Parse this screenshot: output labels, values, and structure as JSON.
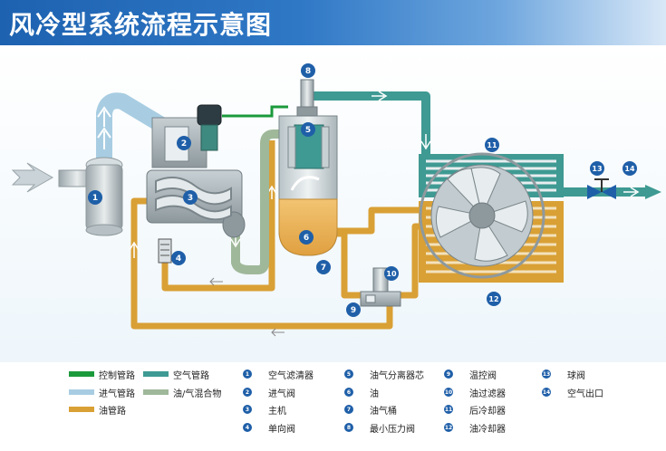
{
  "title": "风冷型系统流程示意图",
  "colors": {
    "control": "#1b9a3c",
    "intake": "#a8cde2",
    "oil": "#d9a035",
    "air": "#3e9a93",
    "mix": "#9fb89a",
    "badge": "#1f5fa8"
  },
  "legend_lines": [
    {
      "label": "控制管路",
      "color": "#1b9a3c"
    },
    {
      "label": "空气管路",
      "color": "#3e9a93"
    },
    {
      "label": "进气管路",
      "color": "#a8cde2"
    },
    {
      "label": "油/气混合物",
      "color": "#9fb89a"
    },
    {
      "label": "油管路",
      "color": "#d9a035"
    }
  ],
  "components": [
    {
      "num": "1",
      "name": "空气滤清器"
    },
    {
      "num": "2",
      "name": "进气阀"
    },
    {
      "num": "3",
      "name": "主机"
    },
    {
      "num": "4",
      "name": "单向阀"
    },
    {
      "num": "5",
      "name": "油气分离器芯"
    },
    {
      "num": "6",
      "name": "油"
    },
    {
      "num": "7",
      "name": "油气桶"
    },
    {
      "num": "8",
      "name": "最小压力阀"
    },
    {
      "num": "9",
      "name": "温控阀"
    },
    {
      "num": "10",
      "name": "油过滤器"
    },
    {
      "num": "11",
      "name": "后冷却器"
    },
    {
      "num": "12",
      "name": "油冷却器"
    },
    {
      "num": "13",
      "name": "球阀"
    },
    {
      "num": "14",
      "name": "空气出口"
    }
  ]
}
